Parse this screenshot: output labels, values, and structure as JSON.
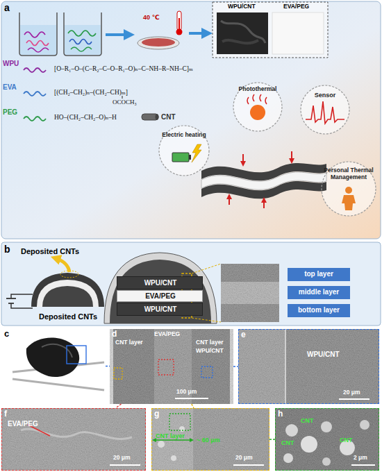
{
  "diagram": {
    "nodes": [
      {
        "text": [
          "Photothermal"
        ]
      },
      {
        "text": [
          "Sensor"
        ]
      },
      {
        "text": [
          "Electric heating"
        ]
      },
      {
        "text": [
          "Personal Thermal Management"
        ]
      },
      {
        "text": [
          "WPU/CNT"
        ]
      },
      {
        "text": [
          "EVA/PEG"
        ]
      },
      {
        "text": [
          "WPU/CNT"
        ]
      },
      {
        "text": [
          "top layer"
        ]
      },
      {
        "text": [
          "middle layer"
        ]
      },
      {
        "text": [
          "bottom layer"
        ]
      },
      {
        "text": [
          "c"
        ]
      },
      {
        "text": [
          "d",
          "EVA/PEG",
          "CNT layer",
          "CNT layer",
          "WPU/CNT",
          "100 μm"
        ]
      },
      {
        "text": [
          "e",
          "WPU/CNT",
          "20 μm"
        ]
      },
      {
        "text": [
          "f",
          "EVA/PEG",
          "20 μm"
        ]
      },
      {
        "text": [
          "g",
          "CNT layer",
          "~ 60 μm",
          "20 μm"
        ]
      },
      {
        "text": [
          "h",
          "CNT",
          "CNT",
          "CNT",
          "2 μm"
        ]
      }
    ],
    "edges": [
      {
        "from": 10,
        "to": 11,
        "arrow": "none"
      },
      {
        "from": 11,
        "to": 12,
        "arrow": "none"
      },
      {
        "from": 11,
        "to": 13,
        "arrow": "none"
      },
      {
        "from": 11,
        "to": 14,
        "arrow": "none"
      },
      {
        "from": 14,
        "to": 15,
        "arrow": "none"
      }
    ],
    "labels": [
      "a",
      "40 ℃",
      "WPU/CNT",
      "EVA/PEG",
      "WPU",
      "[O–R₁–O–(C–R₂–C–O–R₁–O)ₙ–C–NH–R–NH–C]ₘ",
      "EVA",
      "[(CH₂–CH₂)ₙ–(CH₂–CH)ₘ]",
      "OCOCH₃",
      "PEG",
      "HO–(CH₂–CH₂–O)ₙ–H",
      "CNT",
      "b",
      "Deposited CNTs",
      "Deposited CNTs"
    ]
  }
}
